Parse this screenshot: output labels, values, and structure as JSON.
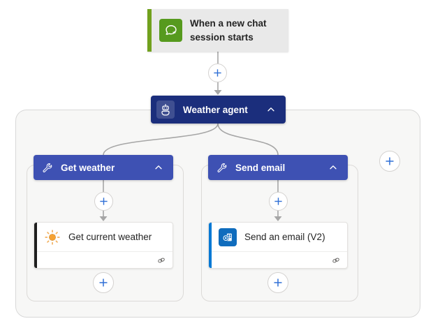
{
  "trigger": {
    "title": "When a new chat session starts",
    "icon": "chat-bubble-icon"
  },
  "agent": {
    "label": "Weather agent",
    "icon": "robot-icon",
    "collapse_icon": "chevron-up-icon"
  },
  "branches": [
    {
      "header": {
        "label": "Get weather",
        "icon": "wrench-icon",
        "collapse_icon": "chevron-up-icon"
      },
      "action": {
        "label": "Get current weather",
        "icon": "sun-icon",
        "footer_icon": "connection-link-icon"
      }
    },
    {
      "header": {
        "label": "Send email",
        "icon": "wrench-icon",
        "collapse_icon": "chevron-up-icon"
      },
      "action": {
        "label": "Send an email (V2)",
        "icon": "outlook-icon",
        "footer_icon": "connection-link-icon"
      }
    }
  ],
  "add_buttons": {
    "count": 6,
    "icon": "plus-icon"
  },
  "colors": {
    "agent_bg": "#1b2e7c",
    "branch_header_bg": "#3e51b3",
    "trigger_bg": "#e9e9e9",
    "trigger_accent": "#71a11d",
    "trigger_icon_bg": "#569a1e",
    "email_accent": "#0078d4",
    "email_icon_bg": "#0f6cbd",
    "weather_accent": "#1f1f1f",
    "plus": "#2f6fd6",
    "connector": "#a6a6a6",
    "text_dark": "#242424",
    "container_border": "#d8d8d8",
    "container_bg": "#f7f7f6"
  }
}
